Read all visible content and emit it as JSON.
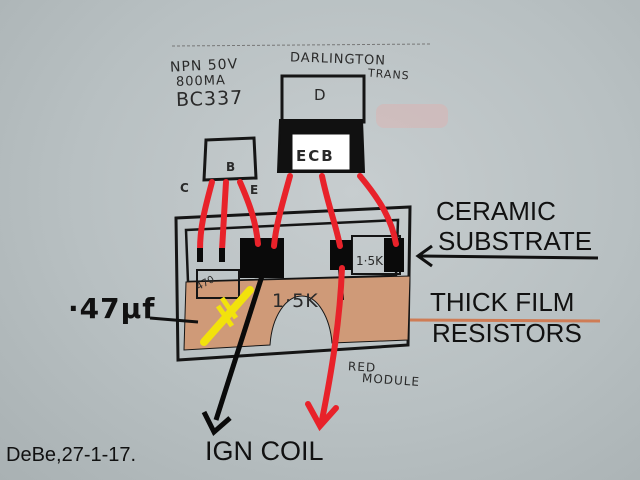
{
  "labels": {
    "npn_rating": "NPN 50V",
    "npn_current": "800MA",
    "npn_part": "BC337",
    "darlington_line1": "DARLINGTON",
    "darlington_line2": "TRANS",
    "darlington_pin": "D",
    "npn_pin_b": "B",
    "npn_pin_c": "C",
    "npn_pin_e": "E",
    "darlington_pins": "ECB",
    "resistor_470": "470",
    "resistor_1k5_main": "1·5K",
    "resistor_1k5_small": "1·5K",
    "capacitor": "·47µf",
    "module_line1": "RED",
    "module_line2": "MODULE"
  },
  "annotations": {
    "ceramic_line1": "CERAMIC",
    "ceramic_line2": "SUBSTRATE",
    "thick_film_line1": "THICK FILM",
    "thick_film_line2": "RESISTORS",
    "output": "IGN COIL",
    "signature": "DeBe,27-1-17."
  },
  "colors": {
    "background": "#bcc3c5",
    "wire": "#e8222a",
    "resistor_film": "#cf9a78",
    "capacitor": "#f2e20c",
    "ink": "#111111"
  }
}
